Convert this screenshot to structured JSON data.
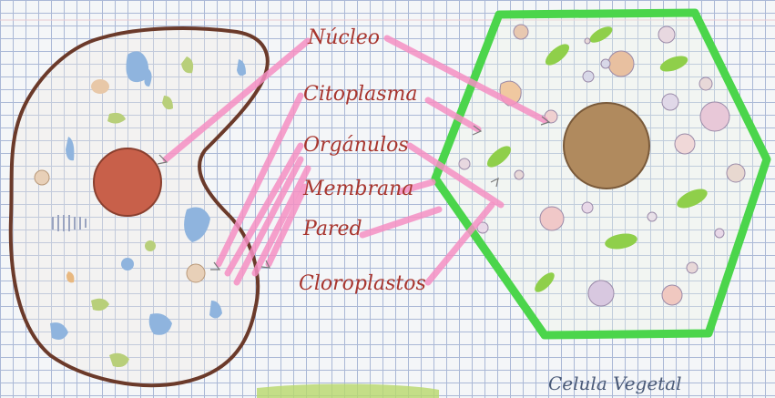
{
  "labels": {
    "nucleus": "Núcleo",
    "cytoplasm": "Citoplasma",
    "organelles": "Orgánulos",
    "membrane": "Membrana",
    "wall": "Pared",
    "chloroplasts": "Cloroplastos"
  },
  "caption": "Celula Vegetal",
  "colors": {
    "paper": "#f4f6f8",
    "grid": "#aab8d6",
    "highlighter": "#f48fc3",
    "label_ink": "#a8362f",
    "animal_membrane": "#6b3a2a",
    "animal_nucleus": "#c8604a",
    "plant_wall": "#4bd54b",
    "plant_nucleus": "#b08a5e",
    "chloroplast": "#8fcf4a",
    "vacuole": "#c9b8d8"
  },
  "icons": {
    "animal_cell": "animal-cell-drawing",
    "plant_cell": "plant-cell-drawing"
  }
}
